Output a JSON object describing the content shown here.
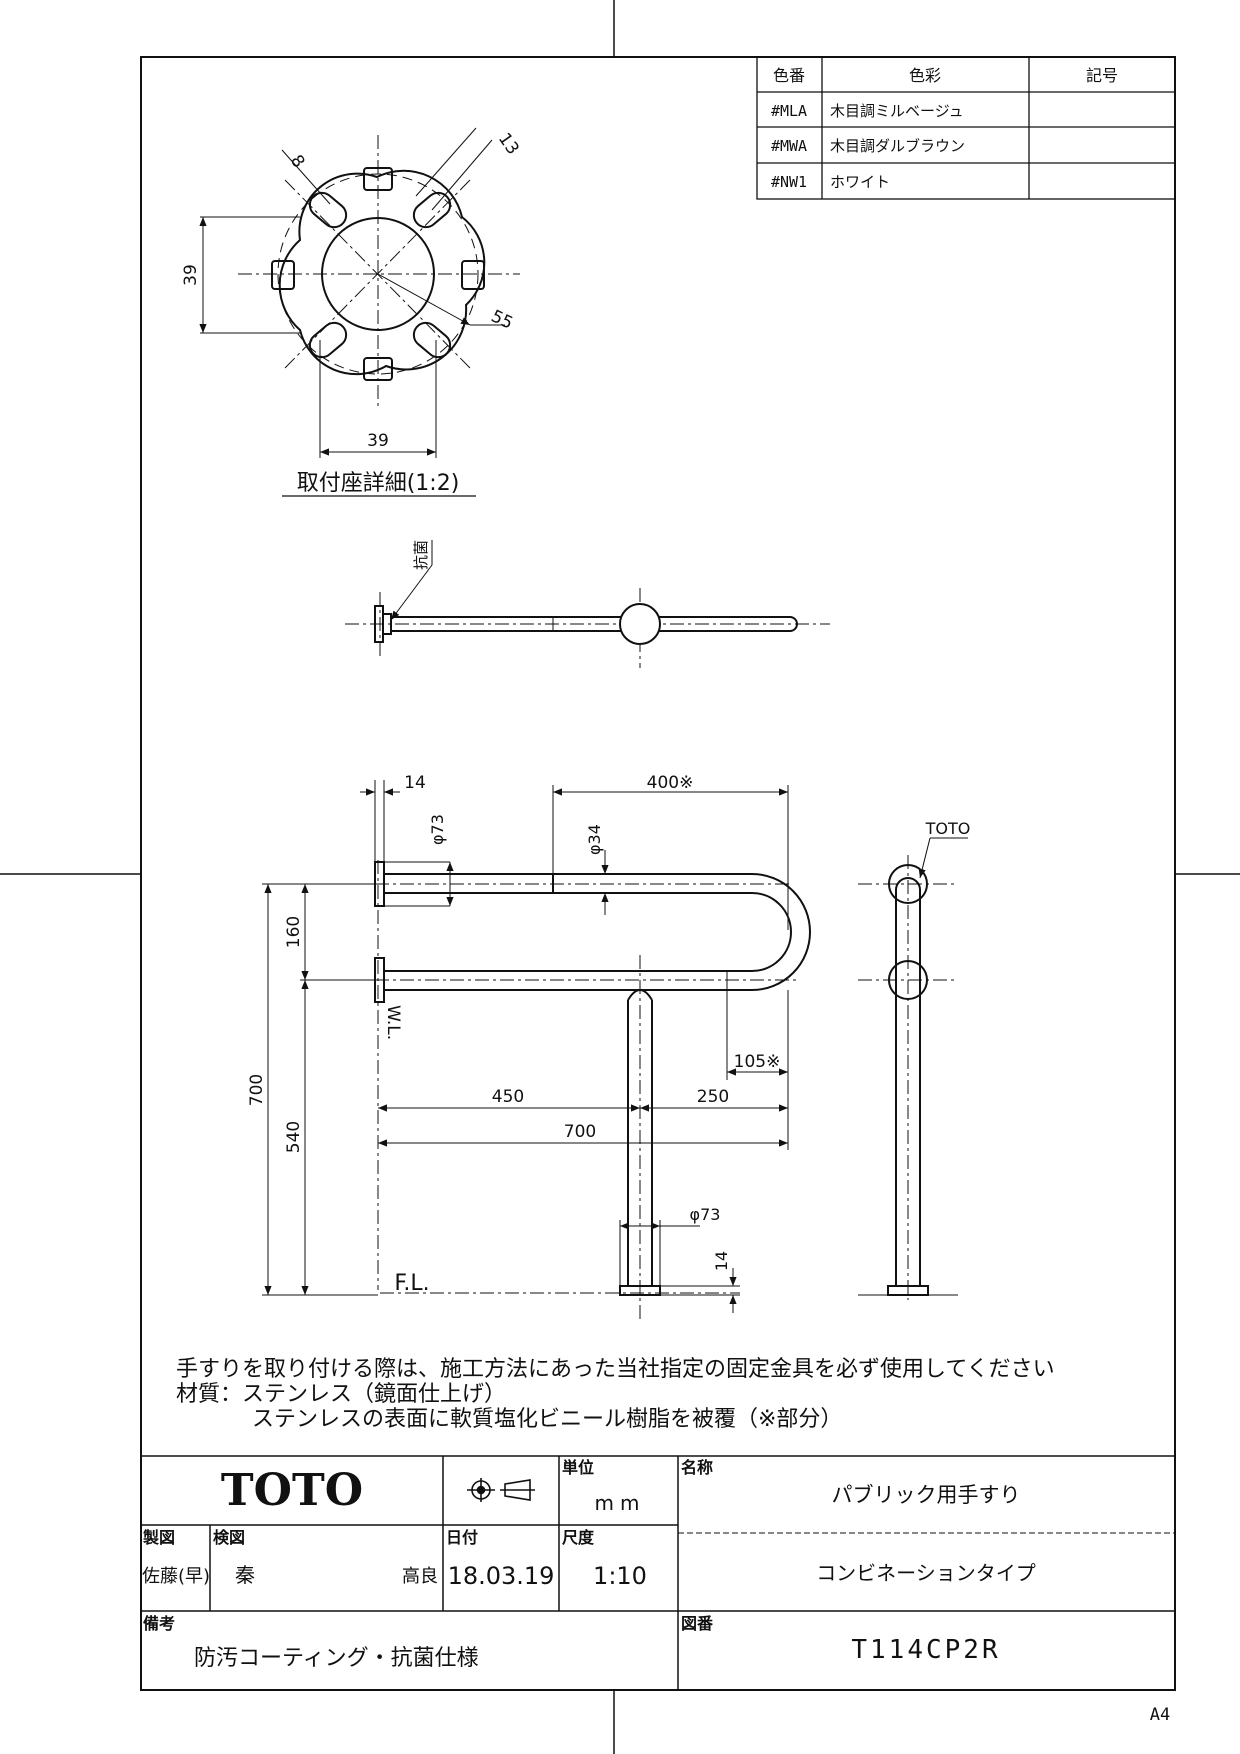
{
  "color_table": {
    "headers": [
      "色番",
      "色彩",
      "記号"
    ],
    "rows": [
      {
        "code": "#MLA",
        "name": "木目調ミルベージュ",
        "mark": ""
      },
      {
        "code": "#MWA",
        "name": "木目調ダルブラウン",
        "mark": ""
      },
      {
        "code": "#NW1",
        "name": "ホワイト",
        "mark": ""
      }
    ]
  },
  "detail": {
    "title": "取付座詳細(1:2)",
    "dims": {
      "d8": "8",
      "d13": "13",
      "d39v": "39",
      "d39h": "39",
      "d55": "55"
    }
  },
  "plan_view": {
    "label": "抗菌"
  },
  "front_view": {
    "dims": {
      "d14_top": "14",
      "d400": "400※",
      "d73_top": "φ73",
      "d34": "φ34",
      "d160": "160",
      "dwl": "W.L.",
      "d105": "105※",
      "d700_v": "700",
      "d540": "540",
      "d450": "450",
      "d250": "250",
      "d700_h": "700",
      "d73_bot": "φ73",
      "d14_bot": "14",
      "fl": "F.L."
    }
  },
  "side_view": {
    "label": "TOTO"
  },
  "notes": [
    "手すりを取り付ける際は、施工方法にあった当社指定の固定金具を必ず使用してください",
    "材質：ステンレス（鏡面仕上げ）",
    "ステンレスの表面に軟質塩化ビニール樹脂を被覆（※部分）"
  ],
  "title_block": {
    "logo": "TOTO",
    "unit_label": "単位",
    "unit_value": "mm",
    "name_label": "名称",
    "name_value": "パブリック用手すり",
    "subname_value": "コンビネーションタイプ",
    "drawn_label": "製図",
    "drawn_by": "佐藤(早)",
    "checked_label": "検図",
    "checked_by": "秦",
    "checked_by2": "高良",
    "date_label": "日付",
    "date_value": "18.03.19",
    "scale_label": "尺度",
    "scale_value": "1:10",
    "remarks_label": "備考",
    "remarks_value": "防汚コーティング・抗菌仕様",
    "drawing_no_label": "図番",
    "drawing_no_value": "T114CP2R"
  },
  "paper_size": "A4"
}
